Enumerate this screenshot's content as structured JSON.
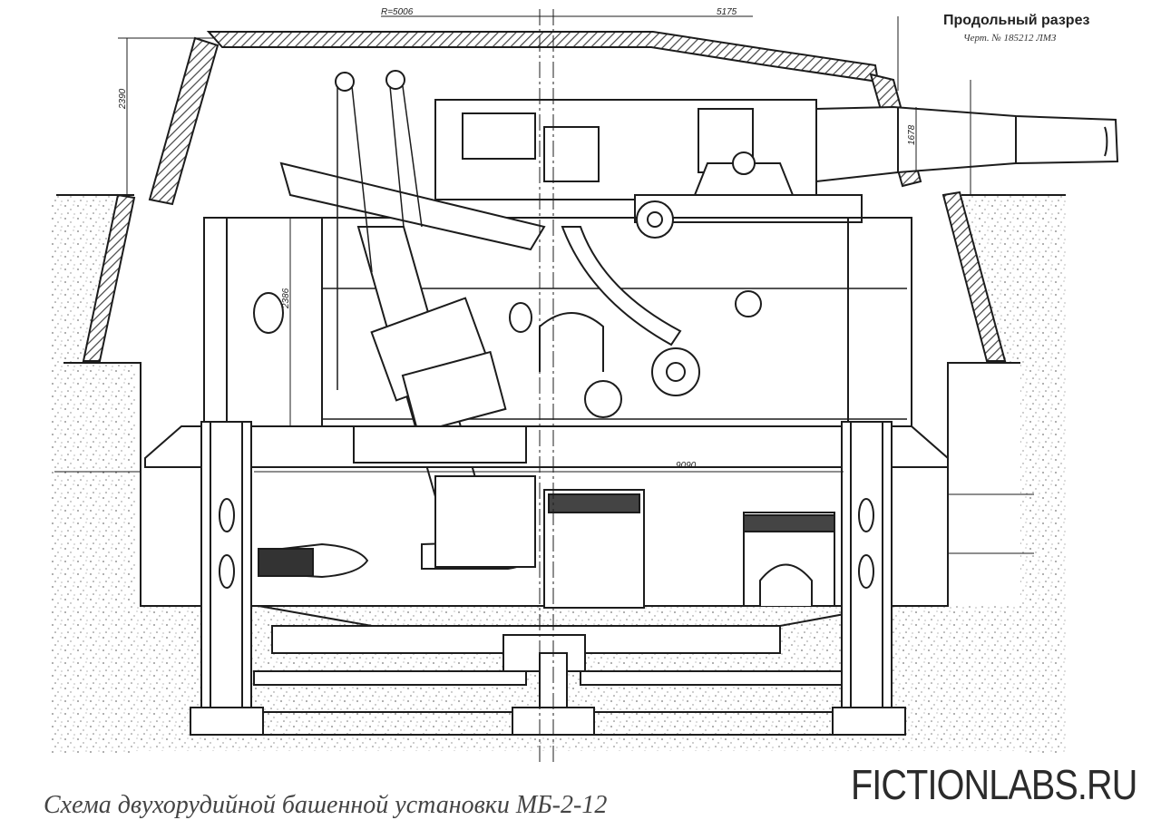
{
  "drawing": {
    "title": "Продольный разрез",
    "sheet_number": "Черт. № 185212 ЛМЗ",
    "caption": "Схема двухорудийной башенной установки МБ-2-12",
    "watermark": "FICTIONLABS.RU"
  },
  "dimensions": {
    "radius": "R=5006",
    "top_span": "5175",
    "height_upper": "2390",
    "height_middle": "2386",
    "barrel_diameter": "1678",
    "base_span": "9090"
  },
  "colors": {
    "ink": "#1c1c1c",
    "hatch": "#555555",
    "soil": "#9a9a9a",
    "paper": "#ffffff"
  }
}
